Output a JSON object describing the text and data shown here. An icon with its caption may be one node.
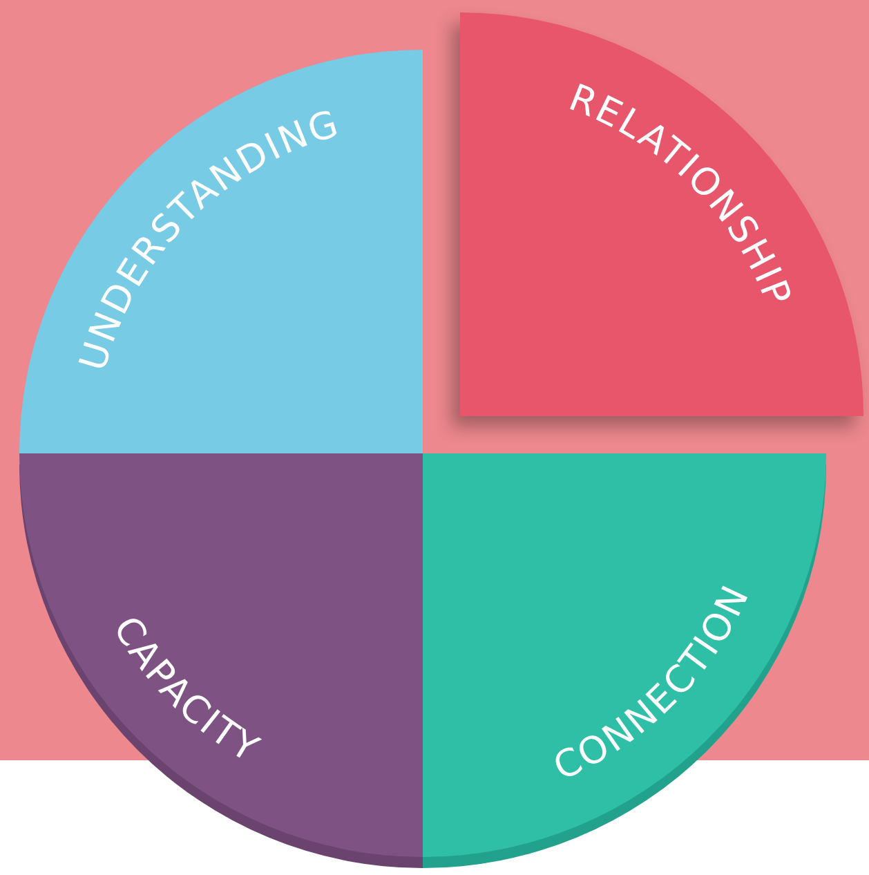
{
  "diagram": {
    "nodes": [
      {
        "text": [
          "UNDERSTANDING"
        ]
      },
      {
        "text": [
          "RELATIONSHIP"
        ]
      },
      {
        "text": [
          "CAPACITY"
        ]
      },
      {
        "text": [
          "CONNECTION"
        ]
      }
    ]
  }
}
